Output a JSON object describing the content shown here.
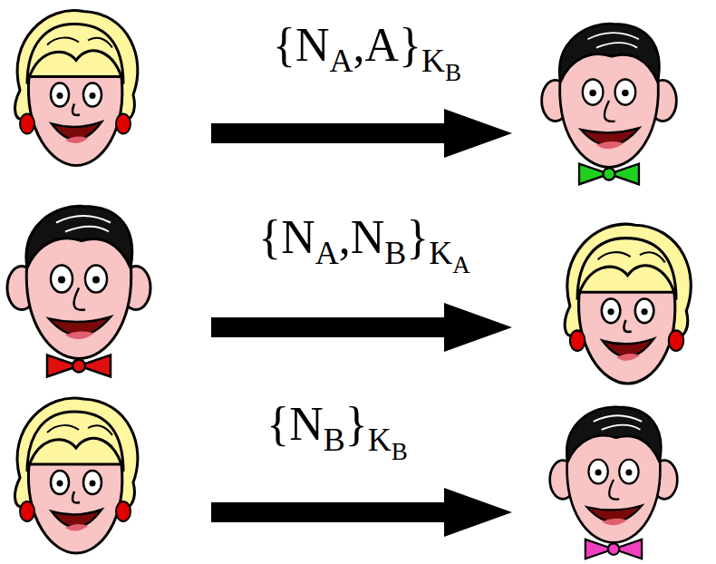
{
  "diagram": {
    "labels": [
      "{NA,A}KB",
      "{NA,NB}KA",
      "{NB}KB"
    ]
  }
}
